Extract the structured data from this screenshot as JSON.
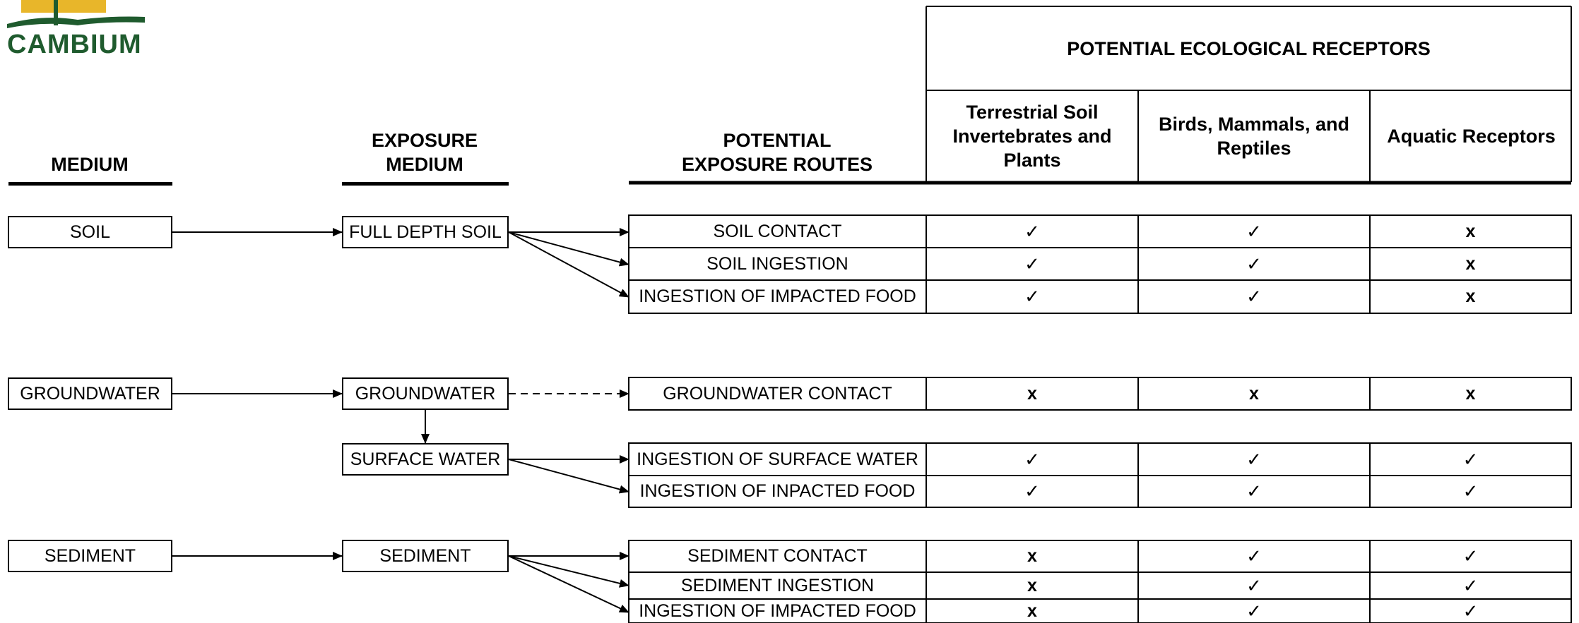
{
  "logo": {
    "text": "CAMBIUM",
    "colors": {
      "green": "#1f5b2e",
      "gold": "#e8b62a"
    }
  },
  "headers": {
    "medium": "MEDIUM",
    "exposure_medium_1": "EXPOSURE",
    "exposure_medium_2": "MEDIUM",
    "routes_1": "POTENTIAL",
    "routes_2": "EXPOSURE ROUTES",
    "receptors_title": "POTENTIAL ECOLOGICAL RECEPTORS",
    "receptor_cols": [
      "Terrestrial Soil Invertebrates and Plants",
      "Birds, Mammals, and Reptiles",
      "Aquatic Receptors"
    ]
  },
  "media": {
    "soil": "SOIL",
    "groundwater": "GROUNDWATER",
    "sediment": "SEDIMENT"
  },
  "exposure_media": {
    "full_depth_soil": "FULL DEPTH SOIL",
    "groundwater": "GROUNDWATER",
    "surface_water": "SURFACE WATER",
    "sediment": "SEDIMENT"
  },
  "rows": [
    {
      "route": "SOIL CONTACT",
      "marks": [
        "✓",
        "✓",
        "x"
      ]
    },
    {
      "route": "SOIL INGESTION",
      "marks": [
        "✓",
        "✓",
        "x"
      ]
    },
    {
      "route": "INGESTION OF IMPACTED FOOD",
      "marks": [
        "✓",
        "✓",
        "x"
      ]
    },
    {
      "route": "GROUNDWATER CONTACT",
      "marks": [
        "x",
        "x",
        "x"
      ]
    },
    {
      "route": "INGESTION OF SURFACE WATER",
      "marks": [
        "✓",
        "✓",
        "✓"
      ]
    },
    {
      "route": "INGESTION OF INPACTED FOOD",
      "marks": [
        "✓",
        "✓",
        "✓"
      ]
    },
    {
      "route": "SEDIMENT CONTACT",
      "marks": [
        "x",
        "✓",
        "✓"
      ]
    },
    {
      "route": "SEDIMENT INGESTION",
      "marks": [
        "x",
        "✓",
        "✓"
      ]
    },
    {
      "route": "INGESTION OF IMPACTED FOOD",
      "marks": [
        "x",
        "✓",
        "✓"
      ]
    }
  ]
}
